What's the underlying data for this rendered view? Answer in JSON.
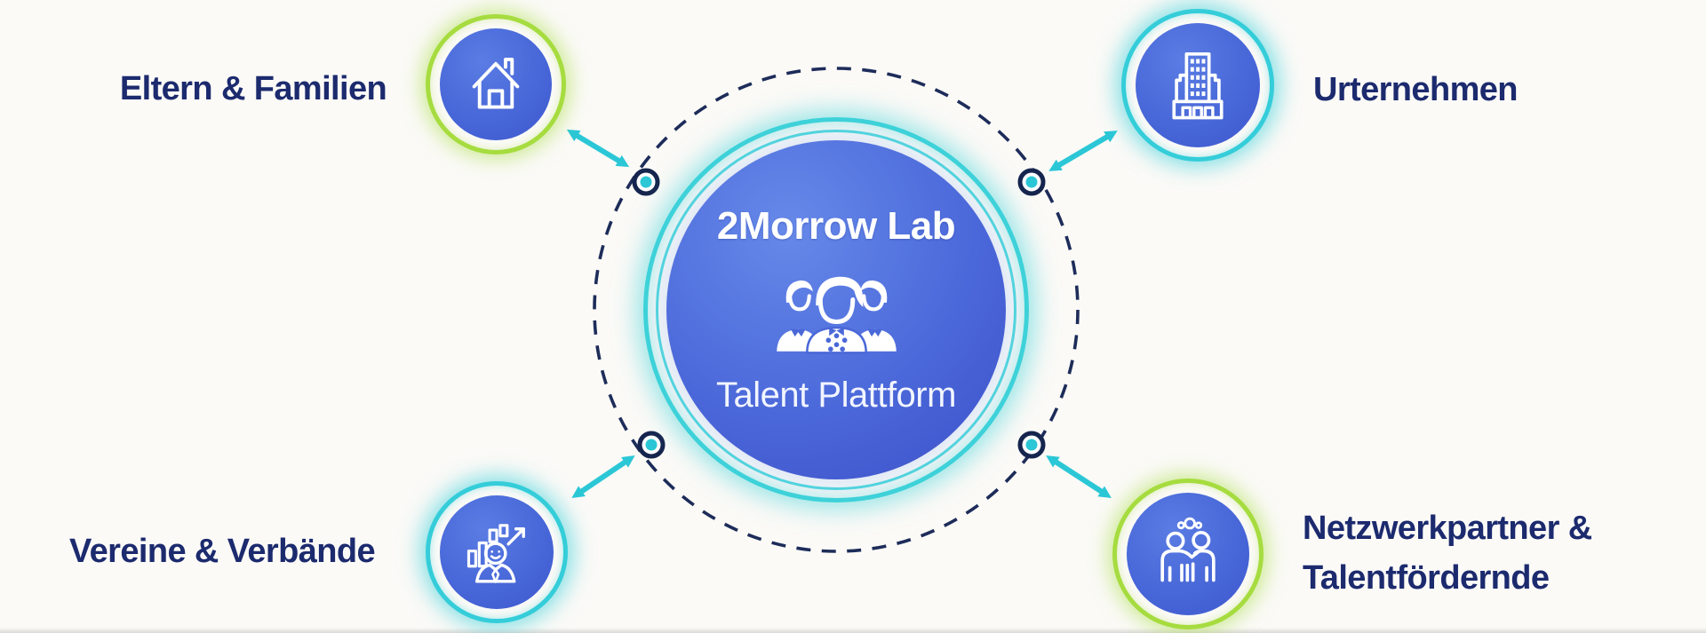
{
  "center": {
    "title": "2Morrow Lab",
    "subtitle": "Talent Plattform",
    "icon": "team-icon"
  },
  "nodes": [
    {
      "id": "eltern-familien",
      "label": "Eltern & Familien",
      "icon": "house-icon",
      "ring_color": "#a6dc3f",
      "position": "top-left"
    },
    {
      "id": "urternehmen",
      "label": "Urternehmen",
      "icon": "building-icon",
      "ring_color": "#34cdd9",
      "position": "top-right"
    },
    {
      "id": "vereine-verbaende",
      "label": "Vereine & Verbände",
      "icon": "growth-person-icon",
      "ring_color": "#34cdd9",
      "position": "bottom-left"
    },
    {
      "id": "netzwerkpartner",
      "label_lines": [
        "Netzwerkpartner &",
        "Talentfördernde"
      ],
      "icon": "network-people-icon",
      "ring_color": "#a6dc3f",
      "position": "bottom-right"
    }
  ],
  "colors": {
    "background": "#fbfaf7",
    "node_blue": "#4a6cd9",
    "center_blue_light": "#6689e9",
    "center_blue_dark": "#3d50c8",
    "ring_green": "#a6dc3f",
    "ring_cyan": "#34cdd9",
    "dashed_orbit": "#1d2c59",
    "connector_dot_center": "#2bc7d6",
    "arrow": "#2bc7d6",
    "label_text": "#1c2a6e",
    "icon_white": "#ffffff"
  }
}
